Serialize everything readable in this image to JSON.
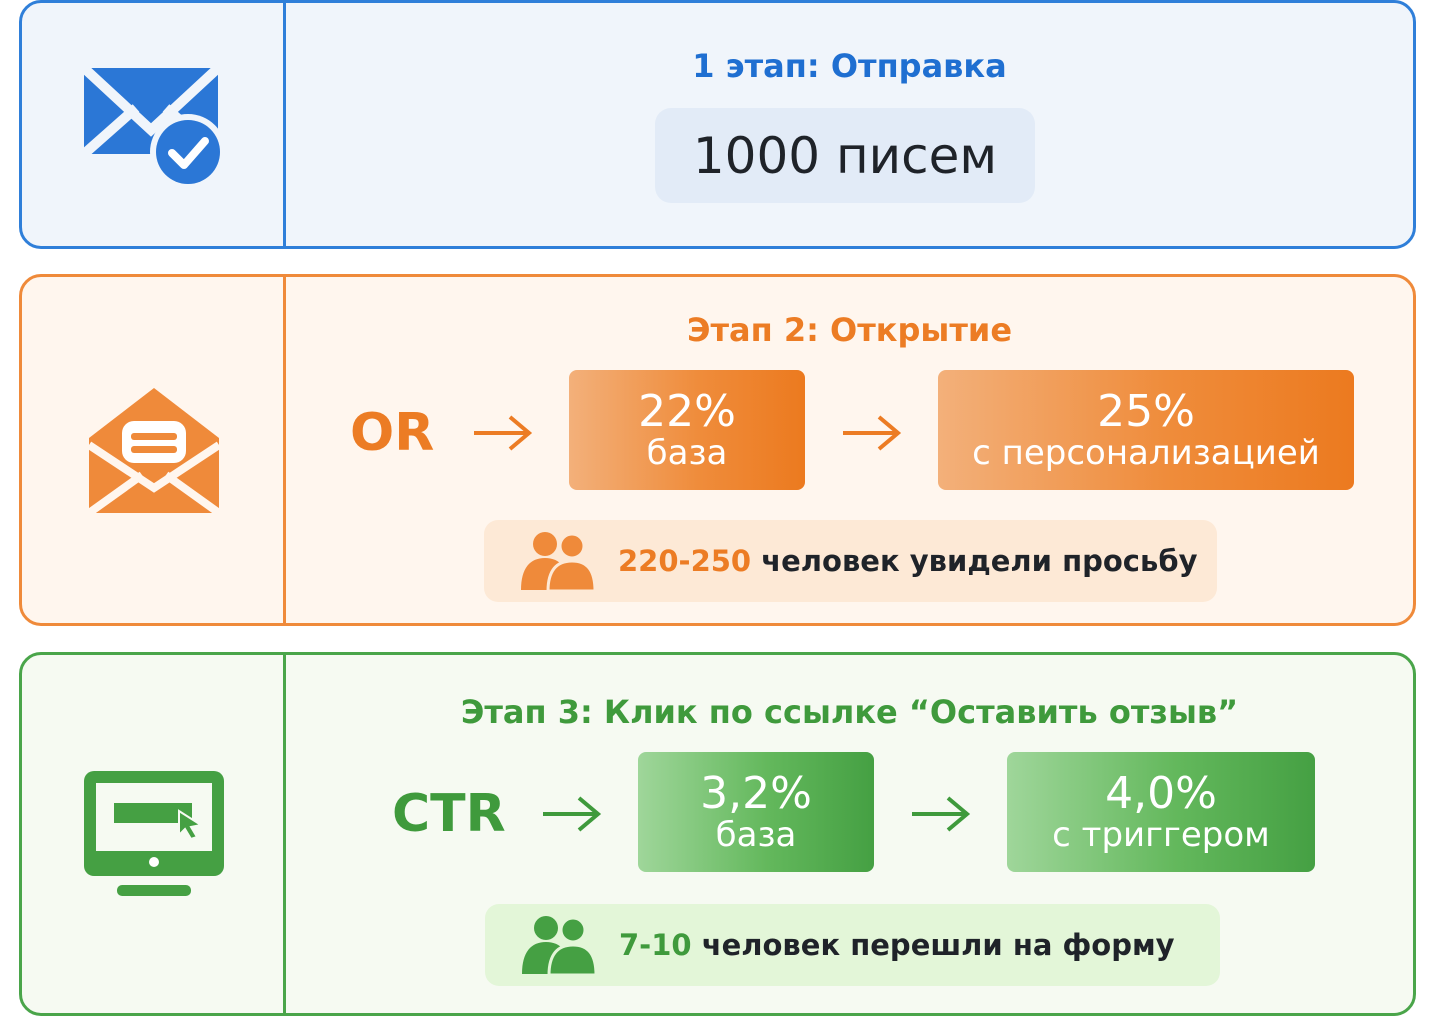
{
  "stage1": {
    "icon": "envelope-check-icon",
    "title": "1 этап: Отправка",
    "count": "1000 писем",
    "color": "#2f7fd9"
  },
  "stage2": {
    "icon": "open-envelope-icon",
    "title": "Этап 2: Открытие",
    "metric": "OR",
    "base": {
      "value": "22%",
      "label": "база"
    },
    "improved": {
      "value": "25%",
      "label": "с персонализацией"
    },
    "note_number": "220-250",
    "note_text": "человек увидели просьбу",
    "note_icon": "people-icon",
    "color": "#ef8a3a"
  },
  "stage3": {
    "icon": "monitor-click-icon",
    "title": "Этап 3: Клик по ссылке “Оставить отзыв”",
    "metric": "CTR",
    "base": {
      "value": "3,2%",
      "label": "база"
    },
    "improved": {
      "value": "4,0%",
      "label": "с триггером"
    },
    "note_number": "7-10",
    "note_text": "человек перешли на форму",
    "note_icon": "people-icon",
    "color": "#4aa54a"
  }
}
